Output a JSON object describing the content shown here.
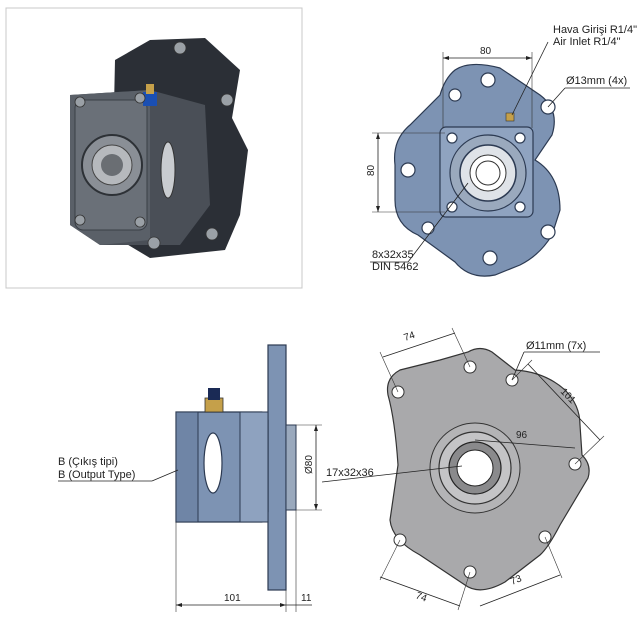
{
  "views": {
    "render": {
      "caption": ""
    },
    "front_view": {
      "dim_width": "80",
      "dim_height": "80",
      "air_inlet_tr": "Hava Girişi R1/4\"",
      "air_inlet_en": "Air Inlet R1/4\"",
      "hole_callout": "Ø13mm (4x)",
      "spline_line1": "8x32x35",
      "spline_line2": "DIN 5462"
    },
    "side_view": {
      "output_tr": "B (Çıkış tipi)",
      "output_en": "B (Output Type)",
      "dim_length": "101",
      "dim_flange": "11",
      "dim_pilot": "Ø80"
    },
    "flange_view": {
      "hole_callout": "Ø11mm (7x)",
      "spline": "17x32x36",
      "dim_top": "74",
      "dim_right": "101",
      "dim_center": "96",
      "dim_bottom_left": "74",
      "dim_bottom_right": "73"
    }
  },
  "colors": {
    "part_blue": "#7d93b3",
    "part_blue_dark": "#5b6f8c",
    "flange_gray": "#a9a9ab",
    "render_body": "#3a3f47"
  }
}
